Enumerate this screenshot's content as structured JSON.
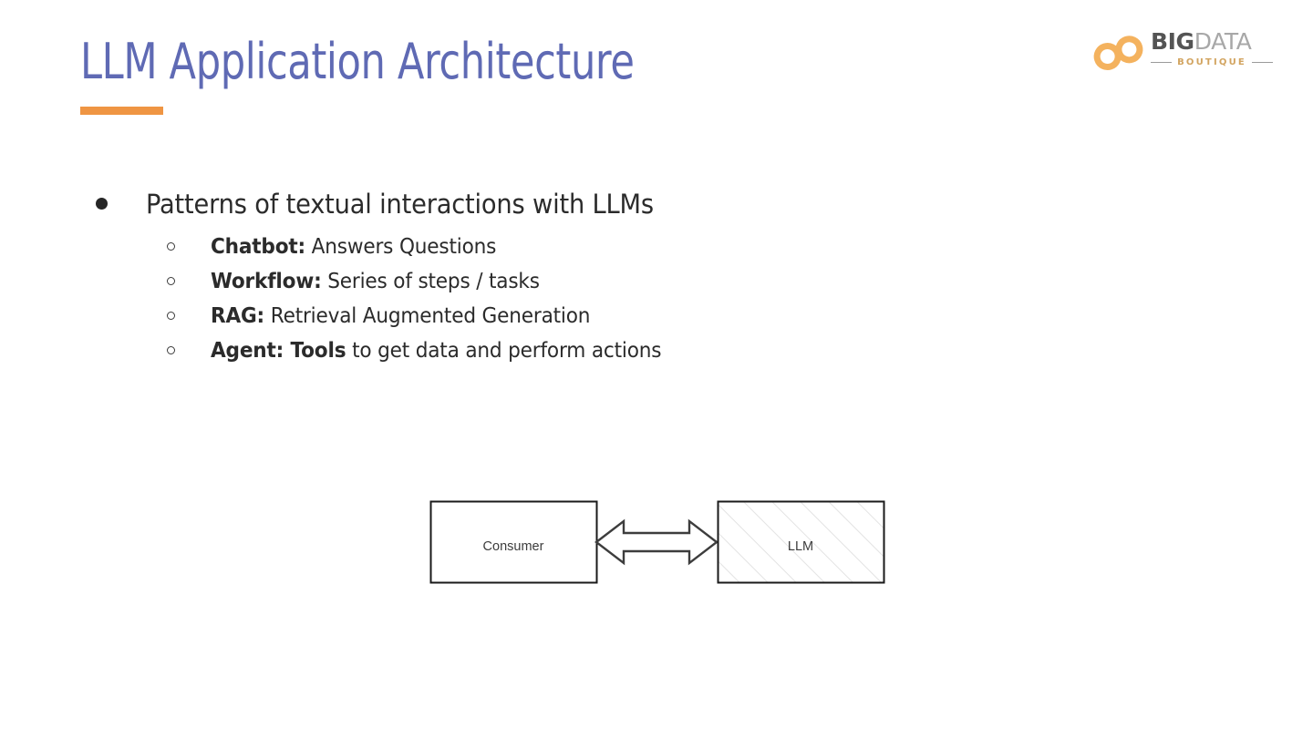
{
  "slide": {
    "title": "LLM Application Architecture",
    "accent_color": "#ef9543",
    "title_color": "#5f6ab4",
    "background": "#ffffff"
  },
  "logo": {
    "icon": "infinity-icon",
    "icon_color": "#f4b25e",
    "word_big": "BIG",
    "word_data": "DATA",
    "tagline": "BOUTIQUE",
    "tagline_color": "#d2a460",
    "big_color": "#545454",
    "data_color": "#a8a8a8"
  },
  "content": {
    "bullets": [
      {
        "marker": "filled-dot",
        "text": "Patterns of textual interactions with LLMs",
        "sub": [
          {
            "marker": "hollow-dot",
            "lead": "Chatbot:",
            "rest": " Answers Questions"
          },
          {
            "marker": "hollow-dot",
            "lead": "Workflow:",
            "rest": " Series of steps / tasks"
          },
          {
            "marker": "hollow-dot",
            "lead": "RAG:",
            "rest": " Retrieval Augmented Generation"
          },
          {
            "marker": "hollow-dot",
            "lead": "Agent: Tools",
            "rest": " to get data and perform actions"
          }
        ]
      }
    ]
  },
  "diagram": {
    "type": "flow",
    "nodes": [
      {
        "id": "consumer",
        "label": "Consumer",
        "fill": "none",
        "stroke": "#1a1a1a"
      },
      {
        "id": "llm",
        "label": "LLM",
        "fill": "diagonal-hatch",
        "stroke": "#1a1a1a"
      }
    ],
    "connector": {
      "kind": "double-headed-arrow",
      "from": "consumer",
      "to": "llm",
      "stroke": "#3d3d3d"
    }
  }
}
